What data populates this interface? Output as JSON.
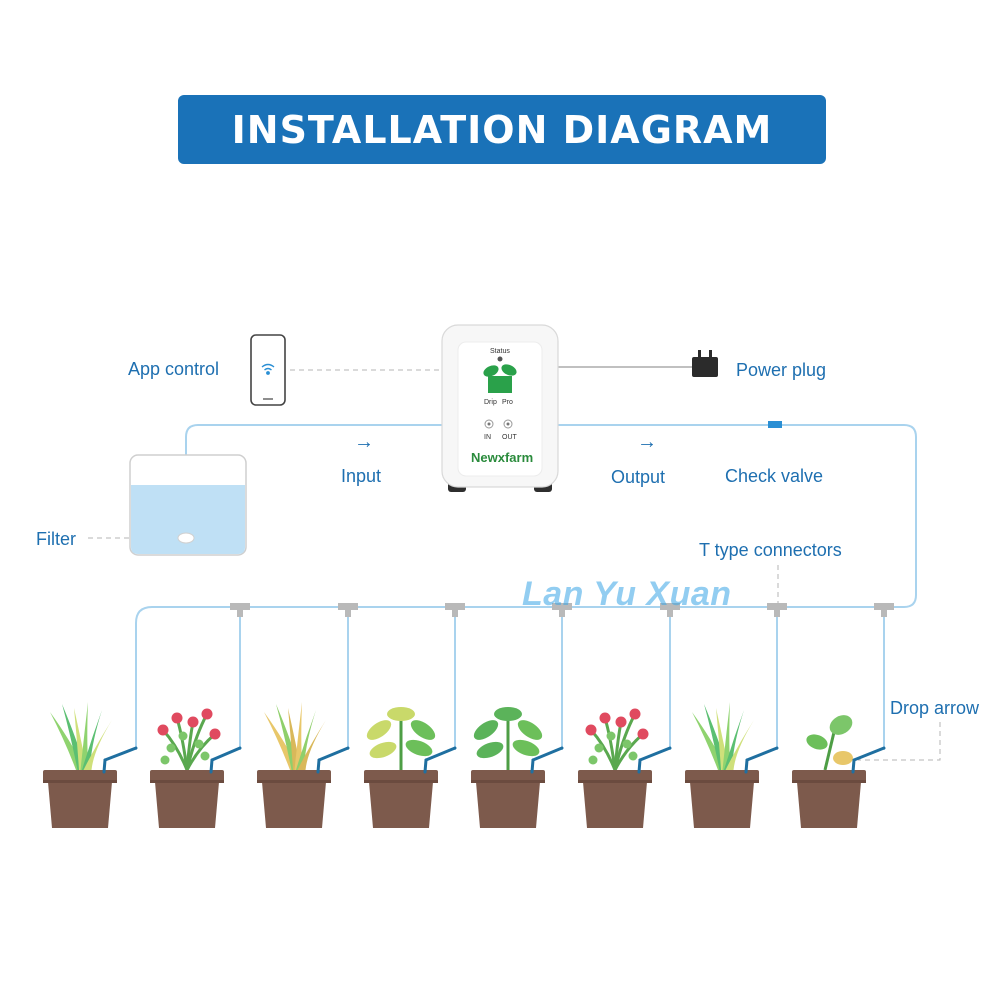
{
  "title": "INSTALLATION DIAGRAM",
  "labels": {
    "app_control": "App control",
    "power_plug": "Power plug",
    "input": "Input",
    "output": "Output",
    "check_valve": "Check valve",
    "filter": "Filter",
    "t_connectors": "T type connectors",
    "drop_arrow": "Drop arrow"
  },
  "device": {
    "brand": "Newxfarm",
    "status": "Status",
    "model_left": "Drip",
    "model_right": "Pro",
    "port_in": "IN",
    "port_out": "OUT"
  },
  "watermark": "Lan Yu Xuan",
  "colors": {
    "banner": "#1a72b8",
    "label_text": "#1e6fb0",
    "tube": "#a9d3ee",
    "water": "#bfe0f5",
    "pot": "#7d5a4c",
    "leaf_green": "#4caf50",
    "brand_green": "#2a8b3c"
  },
  "plant_count": 8
}
